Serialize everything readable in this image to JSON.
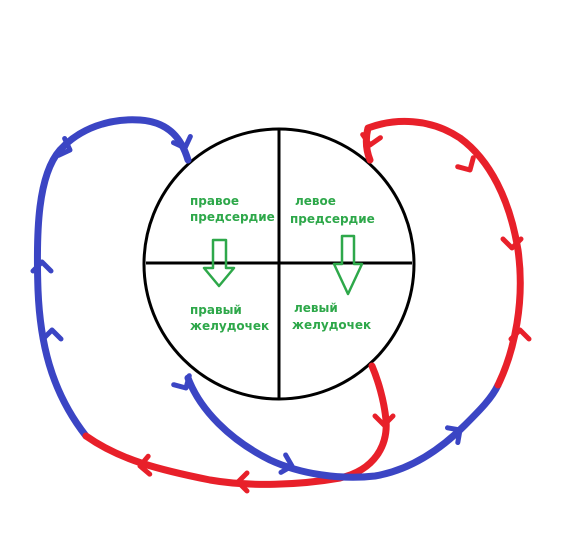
{
  "colors": {
    "arterial": "#e8202a",
    "venous": "#3b45c4",
    "outline": "#000000",
    "label": "#2ea84a"
  },
  "chambers": {
    "right_atrium": [
      "правое",
      "предсердие"
    ],
    "left_atrium": [
      "левое",
      "предсердие"
    ],
    "right_ventricle": [
      "правый",
      "желудочек"
    ],
    "left_ventricle": [
      "левый",
      "желудочек"
    ]
  }
}
